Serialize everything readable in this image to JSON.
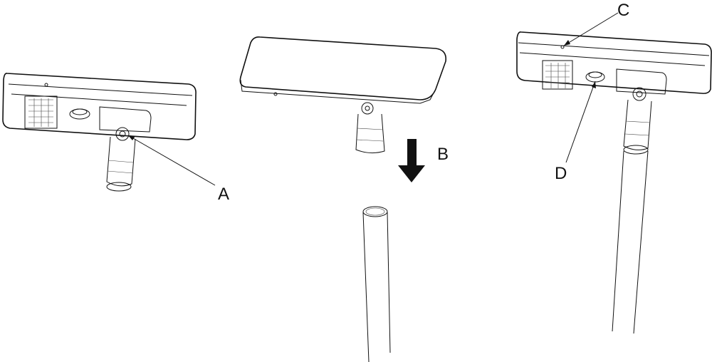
{
  "diagram": {
    "callouts": {
      "a": "A",
      "b": "B",
      "c": "C",
      "d": "D"
    },
    "colors": {
      "line": "#111111",
      "background": "#ffffff"
    }
  }
}
